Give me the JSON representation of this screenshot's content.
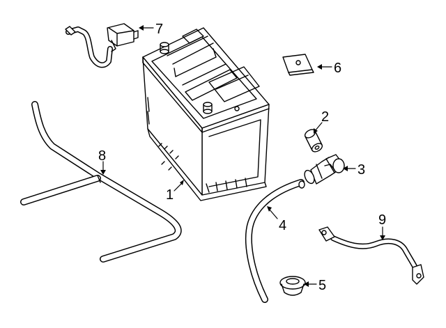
{
  "diagram": {
    "callouts": [
      {
        "id": "1",
        "label": "1"
      },
      {
        "id": "2",
        "label": "2"
      },
      {
        "id": "3",
        "label": "3"
      },
      {
        "id": "4",
        "label": "4"
      },
      {
        "id": "5",
        "label": "5"
      },
      {
        "id": "6",
        "label": "6"
      },
      {
        "id": "7",
        "label": "7"
      },
      {
        "id": "8",
        "label": "8"
      },
      {
        "id": "9",
        "label": "9"
      }
    ],
    "colors": {
      "line": "#000000",
      "fill": "#ffffff"
    }
  }
}
